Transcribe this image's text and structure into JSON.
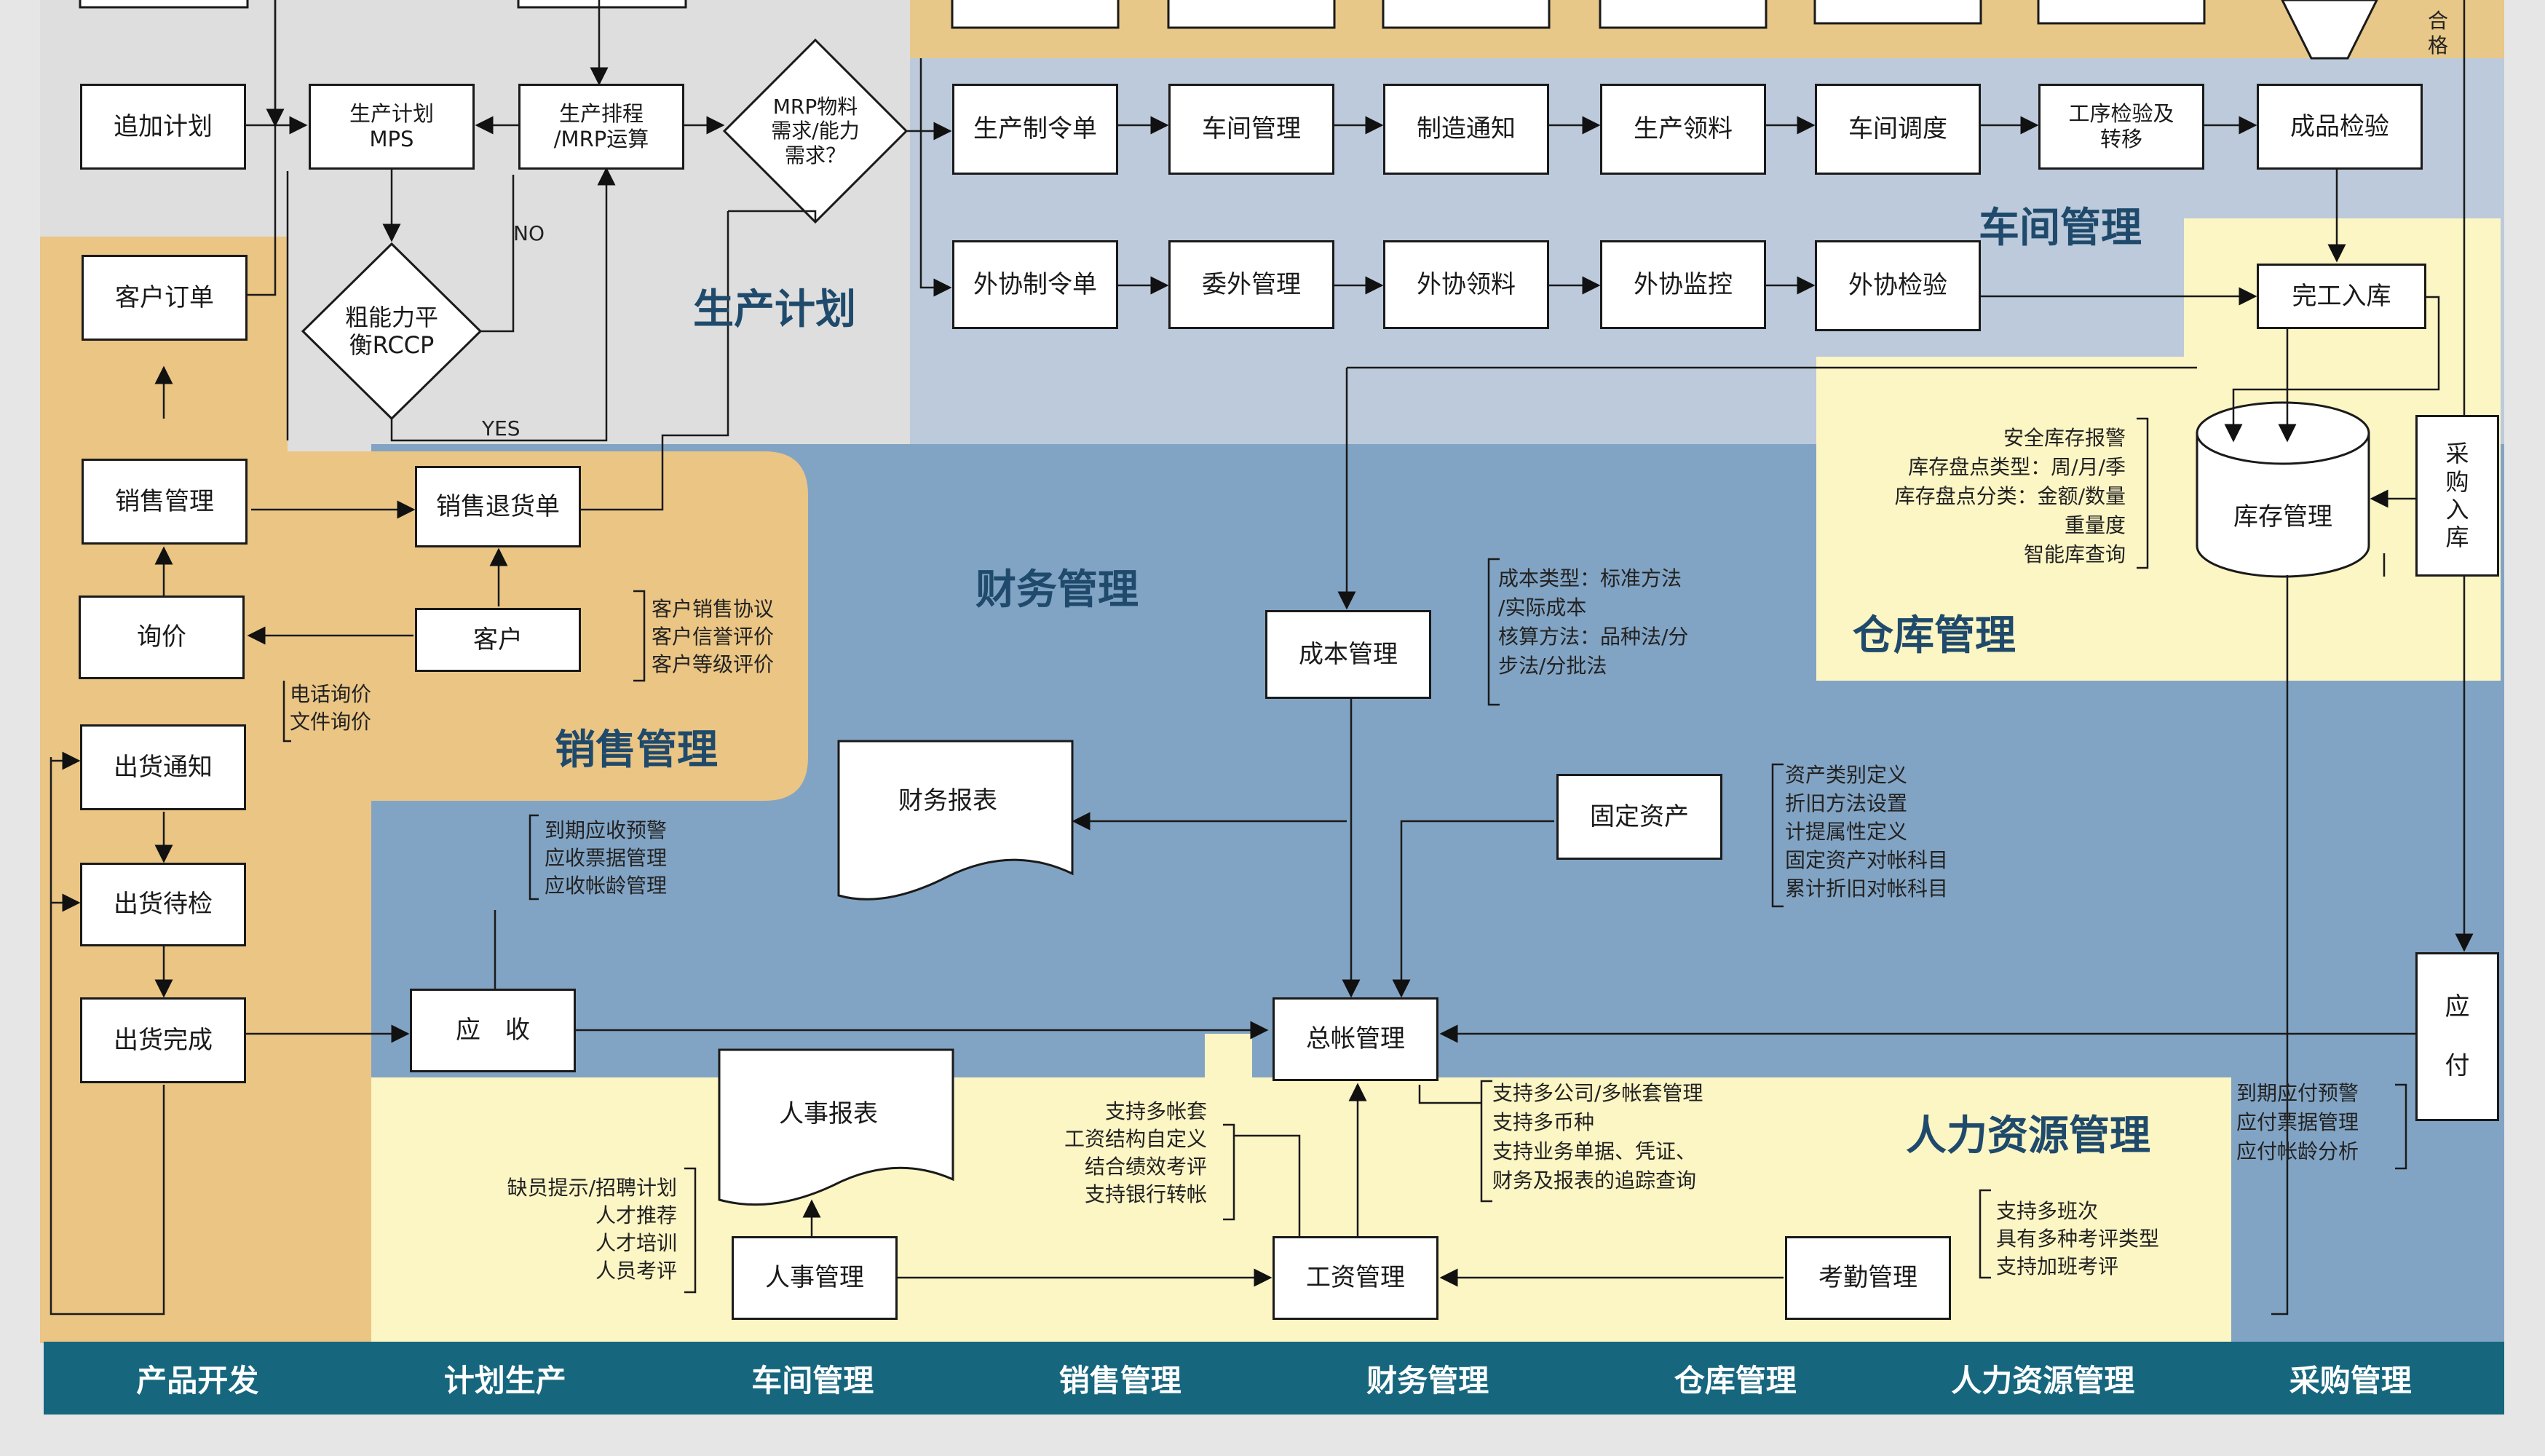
{
  "colors": {
    "gray_panel": "#dedede",
    "blue_top": "#bccadb",
    "blue_main": "#82a4c4",
    "sales_orange": "#ebc584",
    "cream": "#fcf5c4",
    "bottom_bar": "#16667e",
    "section_label": "#1f4a6b"
  },
  "sections": {
    "production_plan": "生产计划",
    "workshop": "车间管理",
    "finance": "财务管理",
    "sales": "销售管理",
    "warehouse": "仓库管理",
    "hr": "人力资源管理"
  },
  "boxes": {
    "add_plan": "追加计划",
    "mps": "生产计划\nMPS",
    "mrp_schedule": "生产排程\n/MRP运算",
    "mrp_demand": "MRP物料\n需求/能力\n需求？",
    "rccp": "粗能力平\n衡RCCP",
    "customer_order": "客户订单",
    "sales_mgmt": "销售管理",
    "sales_return": "销售退货单",
    "inquiry": "询价",
    "customer": "客户",
    "ship_notice": "出货通知",
    "ship_pending": "出货待检",
    "ship_done": "出货完成",
    "receivable": "应　收",
    "prod_order": "生产制令单",
    "shop_mgmt": "车间管理",
    "mfg_notice": "制造通知",
    "material_pick": "生产领料",
    "shop_dispatch": "车间调度",
    "process_check": "工序检验及\n转移",
    "final_inspect": "成品检验",
    "outsource_order": "外协制令单",
    "outsource_mgmt": "委外管理",
    "outsource_pick": "外协领料",
    "outsource_monitor": "外协监控",
    "outsource_check": "外协检验",
    "stock_in": "完工入库",
    "inventory_mgmt": "库存管理",
    "purchase_in": "采\n购\n入\n库",
    "cost_mgmt": "成本管理",
    "fin_report": "财务报表",
    "fixed_assets": "固定资产",
    "ledger": "总帐管理",
    "hr_report": "人事报表",
    "hr_mgmt": "人事管理",
    "payroll": "工资管理",
    "attendance": "考勤管理",
    "payable": "应\n\n付"
  },
  "flow_labels": {
    "no": "NO",
    "yes": "YES",
    "qualified": "合\n格"
  },
  "notes": {
    "inventory": [
      "安全库存报警",
      "库存盘点类型：周/月/季",
      "库存盘点分类：金额/数量",
      "重量度",
      "智能库查询"
    ],
    "cost": [
      "成本类型：标准方法",
      "/实际成本",
      "核算方法：品种法/分",
      "步法/分批法"
    ],
    "customer": [
      "客户销售协议",
      "客户信誉评价",
      "客户等级评价"
    ],
    "inquiry": [
      "电话询价",
      "文件询价"
    ],
    "receivable": [
      "到期应收预警",
      "应收票据管理",
      "应收帐龄管理"
    ],
    "assets": [
      "资产类别定义",
      "折旧方法设置",
      "计提属性定义",
      "固定资产对帐科目",
      "累计折旧对帐科目"
    ],
    "ledger": [
      "支持多公司/多帐套管理",
      "支持多币种",
      "支持业务单据、凭证、",
      "财务及报表的追踪查询"
    ],
    "payroll": [
      "支持多帐套",
      "工资结构自定义",
      "结合绩效考评",
      "支持银行转帐"
    ],
    "hr": [
      "缺员提示/招聘计划",
      "人才推荐",
      "人才培训",
      "人员考评"
    ],
    "attendance": [
      "支持多班次",
      "具有多种考评类型",
      "支持加班考评"
    ],
    "payable": [
      "到期应付预警",
      "应付票据管理",
      "应付帐龄分析"
    ]
  },
  "bottom_bar": [
    "产品开发",
    "计划生产",
    "车间管理",
    "销售管理",
    "财务管理",
    "仓库管理",
    "人力资源管理",
    "采购管理"
  ]
}
